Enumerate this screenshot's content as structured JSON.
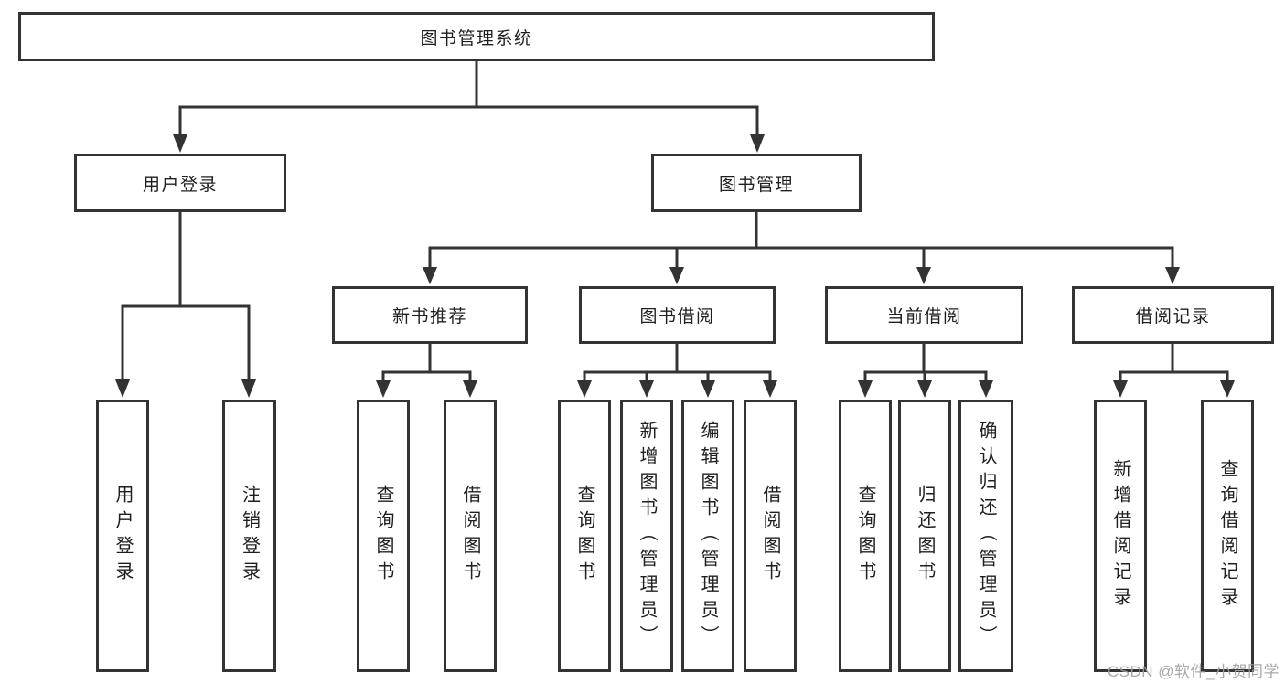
{
  "tree": {
    "root": {
      "label": "图书管理系统"
    },
    "level2": [
      {
        "id": "user-login",
        "label": "用户登录"
      },
      {
        "id": "book-management",
        "label": "图书管理"
      }
    ],
    "level3": [
      {
        "id": "new-book-recommend",
        "label": "新书推荐",
        "parent": "book-management"
      },
      {
        "id": "book-borrow",
        "label": "图书借阅",
        "parent": "book-management"
      },
      {
        "id": "current-borrow",
        "label": "当前借阅",
        "parent": "book-management"
      },
      {
        "id": "borrow-records",
        "label": "借阅记录",
        "parent": "book-management"
      }
    ],
    "leaves": [
      {
        "group": "user-login",
        "label": "用户登录"
      },
      {
        "group": "user-login",
        "label": "注销登录"
      },
      {
        "group": "new-book-recommend",
        "label": "查询图书"
      },
      {
        "group": "new-book-recommend",
        "label": "借阅图书"
      },
      {
        "group": "book-borrow",
        "label": "查询图书"
      },
      {
        "group": "book-borrow",
        "label": "新增图书（管理员）"
      },
      {
        "group": "book-borrow",
        "label": "编辑图书（管理员）"
      },
      {
        "group": "book-borrow",
        "label": "借阅图书"
      },
      {
        "group": "current-borrow",
        "label": "查询图书"
      },
      {
        "group": "current-borrow",
        "label": "归还图书"
      },
      {
        "group": "current-borrow",
        "label": "确认归还（管理员）"
      },
      {
        "group": "borrow-records",
        "label": "新增借阅记录"
      },
      {
        "group": "borrow-records",
        "label": "查询借阅记录"
      }
    ]
  },
  "watermark": {
    "text": "CSDN @软件_小贺同学"
  },
  "colors": {
    "line": "#333333",
    "text": "#1f1f1f",
    "background": "#ffffff",
    "watermark": "#9e9e9e"
  }
}
